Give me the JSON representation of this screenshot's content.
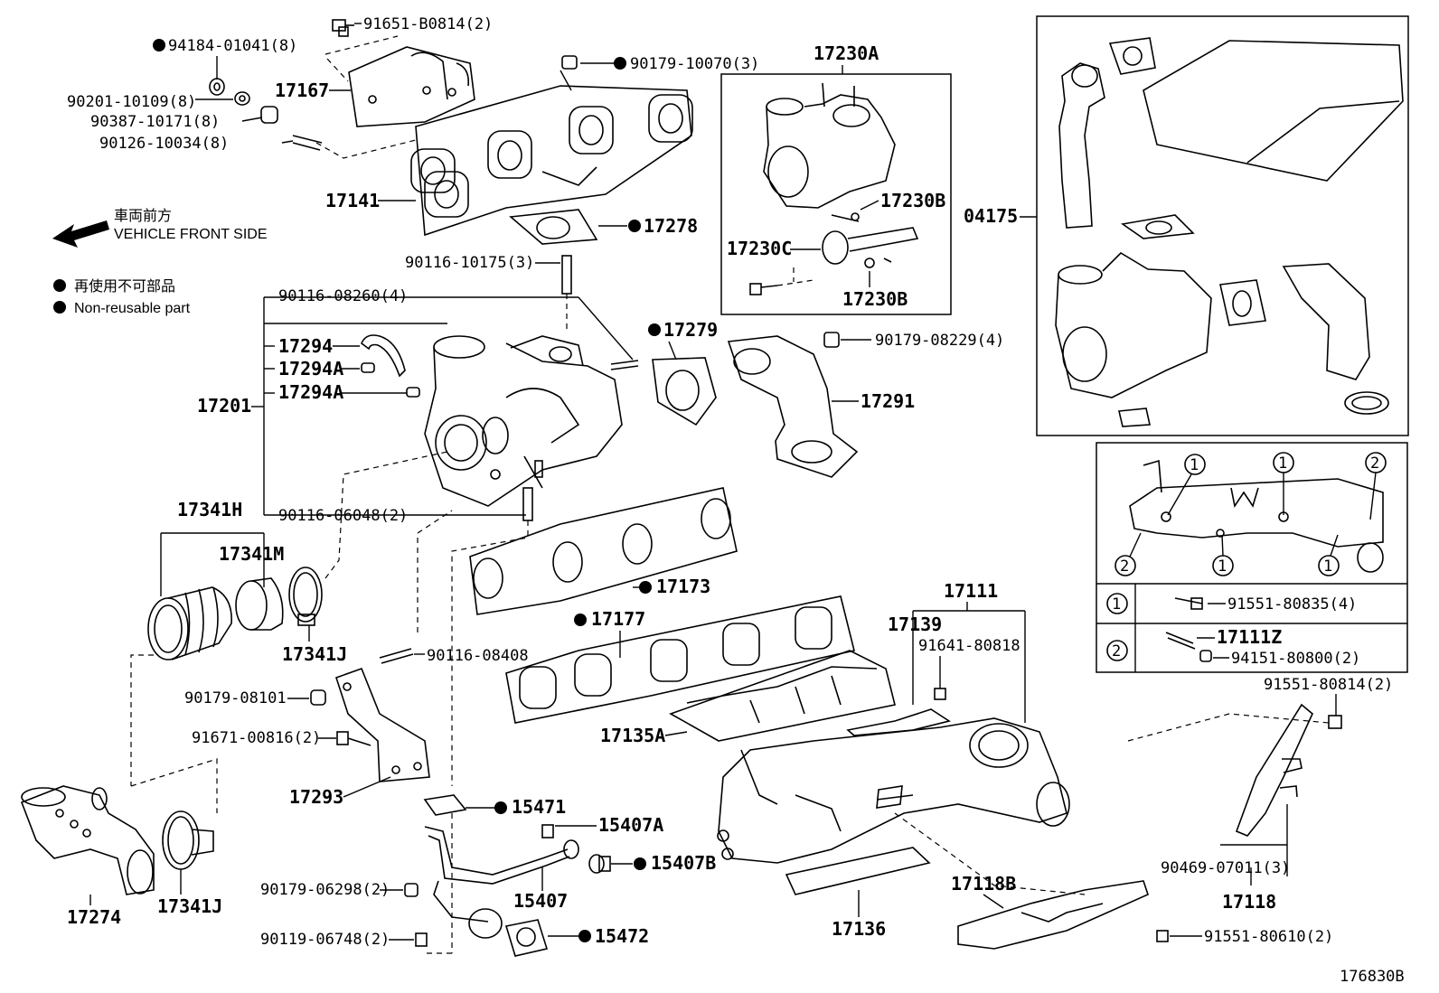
{
  "direction": {
    "jp": "車両前方",
    "en": "VEHICLE FRONT SIDE"
  },
  "legend": {
    "jp": "再使用不可部品",
    "en": "Non-reusable part"
  },
  "callouts": {
    "p91651": "91651-B0814(2)",
    "p94184": "94184-01041(8)",
    "p90201": "90201-10109(8)",
    "p90387": "90387-10171(8)",
    "p90126": "90126-10034(8)",
    "p17167": "17167",
    "p90179a": "90179-10070(3)",
    "p17141": "17141",
    "p17278": "17278",
    "p17230A": "17230A",
    "p17230B1": "17230B",
    "p17230C": "17230C",
    "p17230B2": "17230B",
    "p04175": "04175",
    "p90116a": "90116-10175(3)",
    "p90116b": "90116-08260(4)",
    "p17294": "17294",
    "p17294A1": "17294A",
    "p17294A2": "17294A",
    "p17201": "17201",
    "p17279": "17279",
    "p90179b": "90179-08229(4)",
    "p17291": "17291",
    "p90116c": "90116-06048(2)",
    "p17341H": "17341H",
    "p17341M": "17341M",
    "p17341J1": "17341J",
    "p17173": "17173",
    "p17177": "17177",
    "p90116d": "90116-08408",
    "p90179c": "90179-08101",
    "p91671": "91671-00816(2)",
    "p17293": "17293",
    "p17111": "17111",
    "p17139": "17139",
    "p91641": "91641-80818",
    "p17135A": "17135A",
    "p15471": "15471",
    "p15407A": "15407A",
    "p15407B": "15407B",
    "p15407": "15407",
    "p90179d": "90179-06298(2)",
    "p90119": "90119-06748(2)",
    "p15472": "15472",
    "p17274": "17274",
    "p17341J2": "17341J",
    "p17136": "17136",
    "p17118B": "17118B",
    "p91551a": "91551-80610(2)",
    "p91551b": "91551-80814(2)",
    "p90469": "90469-07011(3)",
    "p17118": "17118",
    "diagram_id": "176830B"
  },
  "detail_table": {
    "row1_marker": "1",
    "row1_part": "91551-80835(4)",
    "row2_marker": "2",
    "row2_part1": "17111Z",
    "row2_part2": "94151-80800(2)",
    "marker1": "1",
    "marker2": "2"
  },
  "colors": {
    "line": "#000000",
    "background": "#ffffff"
  }
}
